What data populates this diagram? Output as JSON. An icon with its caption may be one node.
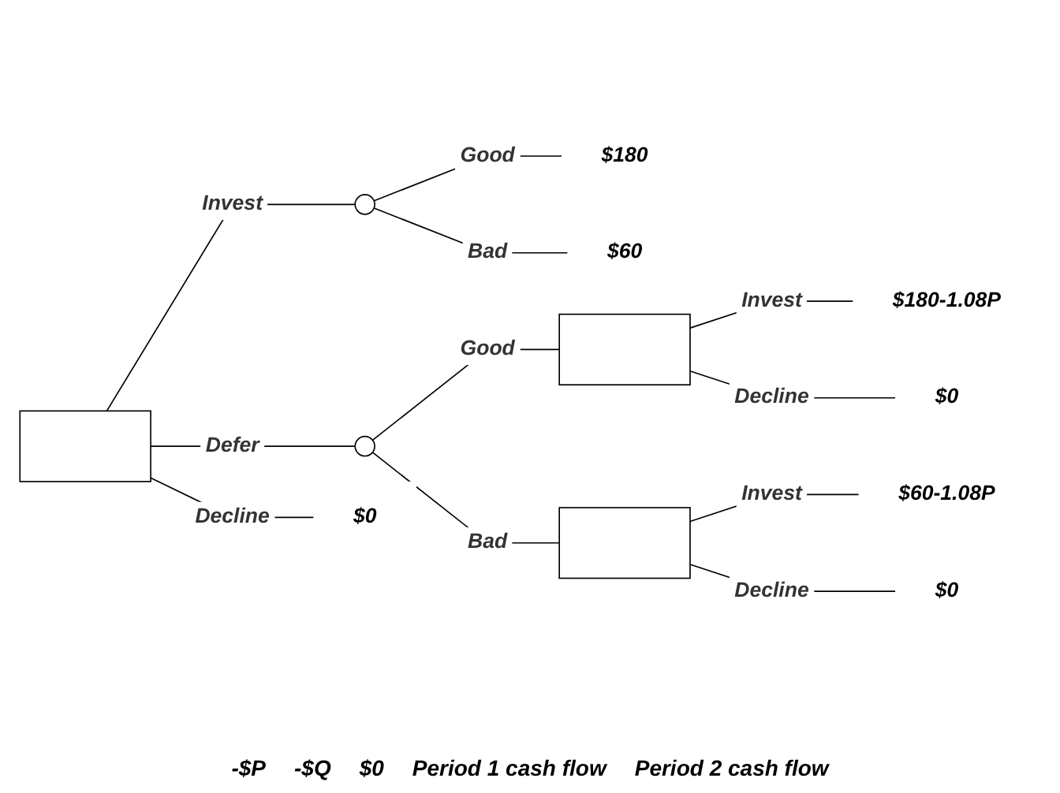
{
  "diagram": {
    "nodes": [
      {
        "text": [],
        "shape": "box"
      },
      {
        "text": [],
        "shape": "circle"
      },
      {
        "text": [
          "$180"
        ]
      },
      {
        "text": [
          "$60"
        ]
      },
      {
        "text": [],
        "shape": "circle"
      },
      {
        "text": [],
        "shape": "box"
      },
      {
        "text": [
          "$180-1.08P"
        ]
      },
      {
        "text": [
          "$0"
        ]
      },
      {
        "text": [],
        "shape": "box"
      },
      {
        "text": [
          "$60-1.08P"
        ]
      },
      {
        "text": [
          "$0"
        ]
      },
      {
        "text": [
          "$0"
        ]
      }
    ],
    "edges": [
      {
        "from": 0,
        "to": 1,
        "arrow": "none",
        "label": "Invest"
      },
      {
        "from": 1,
        "to": 2,
        "arrow": "none",
        "label": "Good"
      },
      {
        "from": 1,
        "to": 3,
        "arrow": "none",
        "label": "Bad"
      },
      {
        "from": 0,
        "to": 4,
        "arrow": "none",
        "label": "Defer"
      },
      {
        "from": 4,
        "to": 5,
        "arrow": "none",
        "label": "Good"
      },
      {
        "from": 5,
        "to": 6,
        "arrow": "none",
        "label": "Invest"
      },
      {
        "from": 5,
        "to": 7,
        "arrow": "none",
        "label": "Decline"
      },
      {
        "from": 4,
        "to": 8,
        "arrow": "none",
        "label": "Bad"
      },
      {
        "from": 8,
        "to": 9,
        "arrow": "none",
        "label": "Invest"
      },
      {
        "from": 8,
        "to": 10,
        "arrow": "none",
        "label": "Decline"
      },
      {
        "from": 0,
        "to": 11,
        "arrow": "none",
        "label": "Decline"
      }
    ],
    "labels": [
      "-$P",
      "-$Q",
      "$0",
      "Period 1 cash flow",
      "Period 2 cash flow"
    ]
  }
}
